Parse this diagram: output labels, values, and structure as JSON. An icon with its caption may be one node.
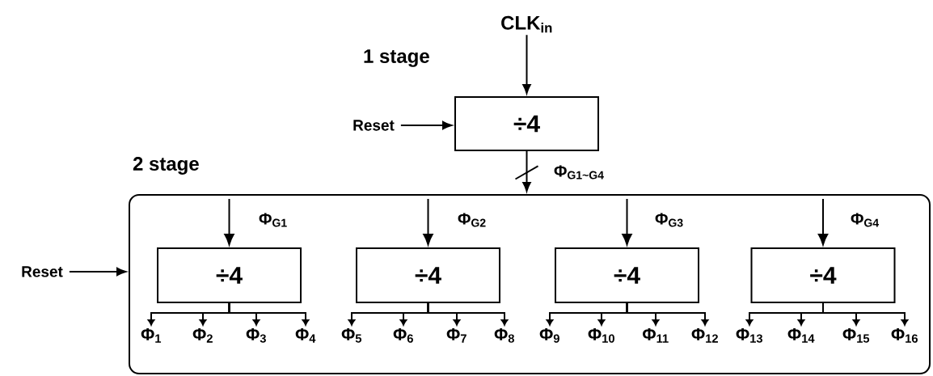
{
  "diagram": {
    "nodes": [
      {
        "text": [
          "CLK$_{in}$"
        ]
      },
      {
        "text": [
          "Reset"
        ]
      },
      {
        "text": [
          "÷4"
        ]
      },
      {
        "text": [
          "Reset"
        ]
      },
      {
        "text": [
          "2 stage"
        ]
      },
      {
        "text": [
          "÷4"
        ],
        "in": 4
      },
      {
        "text": [
          "÷4"
        ],
        "in": 4
      },
      {
        "text": [
          "÷4"
        ],
        "in": 4
      },
      {
        "text": [
          "÷4"
        ],
        "in": 4
      },
      {
        "text": [
          "Φ$_{1}$"
        ],
        "in": 4
      },
      {
        "text": [
          "Φ$_{2}$"
        ],
        "in": 4
      },
      {
        "text": [
          "Φ$_{3}$"
        ],
        "in": 4
      },
      {
        "text": [
          "Φ$_{4}$"
        ],
        "in": 4
      },
      {
        "text": [
          "Φ$_{5}$"
        ],
        "in": 4
      },
      {
        "text": [
          "Φ$_{6}$"
        ],
        "in": 4
      },
      {
        "text": [
          "Φ$_{7}$"
        ],
        "in": 4
      },
      {
        "text": [
          "Φ$_{8}$"
        ],
        "in": 4
      },
      {
        "text": [
          "Φ$_{9}$"
        ],
        "in": 4
      },
      {
        "text": [
          "Φ$_{10}$"
        ],
        "in": 4
      },
      {
        "text": [
          "Φ$_{11}$"
        ],
        "in": 4
      },
      {
        "text": [
          "Φ$_{12}$"
        ],
        "in": 4
      },
      {
        "text": [
          "Φ$_{13}$"
        ],
        "in": 4
      },
      {
        "text": [
          "Φ$_{14}$"
        ],
        "in": 4
      },
      {
        "text": [
          "Φ$_{15}$"
        ],
        "in": 4
      },
      {
        "text": [
          "Φ$_{16}$"
        ],
        "in": 4
      }
    ],
    "edges": [
      {
        "from": 0,
        "to": 2,
        "arrow": "to"
      },
      {
        "from": 1,
        "to": 2,
        "arrow": "to"
      },
      {
        "from": 2,
        "to": 4,
        "arrow": "to",
        "label": "Φ$_{G1~G4}$"
      },
      {
        "from": 3,
        "to": 4,
        "arrow": "to"
      },
      {
        "from": null,
        "to": 5,
        "arrow": "to",
        "label": "Φ$_{G1}$"
      },
      {
        "from": null,
        "to": 6,
        "arrow": "to",
        "label": "Φ$_{G2}$"
      },
      {
        "from": null,
        "to": 7,
        "arrow": "to",
        "label": "Φ$_{G3}$"
      },
      {
        "from": null,
        "to": 8,
        "arrow": "to",
        "label": "Φ$_{G4}$"
      },
      {
        "from": 5,
        "to": 9,
        "arrow": "to"
      },
      {
        "from": 5,
        "to": 10,
        "arrow": "to"
      },
      {
        "from": 5,
        "to": 11,
        "arrow": "to"
      },
      {
        "from": 5,
        "to": 12,
        "arrow": "to"
      },
      {
        "from": 6,
        "to": 13,
        "arrow": "to"
      },
      {
        "from": 6,
        "to": 14,
        "arrow": "to"
      },
      {
        "from": 6,
        "to": 15,
        "arrow": "to"
      },
      {
        "from": 6,
        "to": 16,
        "arrow": "to"
      },
      {
        "from": 7,
        "to": 17,
        "arrow": "to"
      },
      {
        "from": 7,
        "to": 18,
        "arrow": "to"
      },
      {
        "from": 7,
        "to": 19,
        "arrow": "to"
      },
      {
        "from": 7,
        "to": 20,
        "arrow": "to"
      },
      {
        "from": 8,
        "to": 21,
        "arrow": "to"
      },
      {
        "from": 8,
        "to": 22,
        "arrow": "to"
      },
      {
        "from": 8,
        "to": 23,
        "arrow": "to"
      },
      {
        "from": 8,
        "to": 24,
        "arrow": "to"
      }
    ],
    "labels": [
      "1 stage"
    ]
  }
}
